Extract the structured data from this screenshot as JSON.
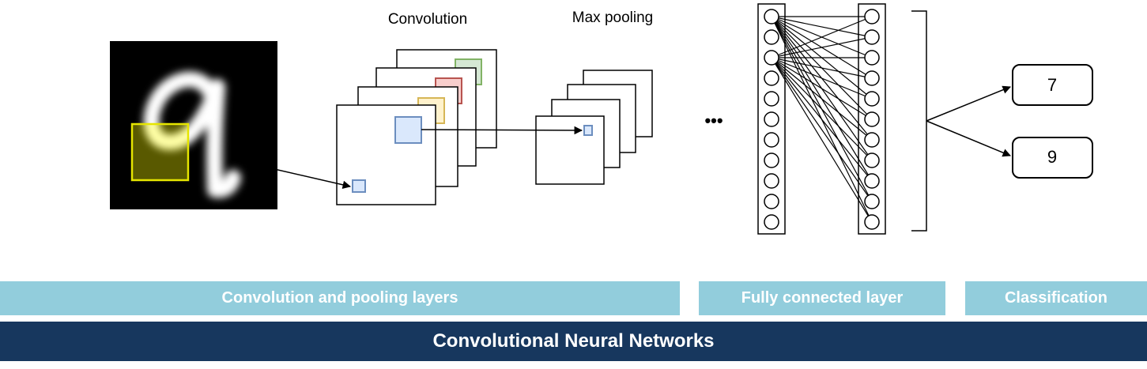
{
  "labels": {
    "convolution": "Convolution",
    "max_pooling": "Max pooling",
    "ellipsis": "•••"
  },
  "outputs": [
    "7",
    "9"
  ],
  "bands": {
    "conv_pool": "Convolution and pooling layers",
    "fully_connected": "Fully connected layer",
    "classification": "Classification",
    "title": "Convolutional Neural Networks"
  },
  "colors": {
    "band_light": "#92cddc",
    "band_dark": "#17375e",
    "filter_blue": "#dae8fc",
    "filter_yellow": "#fff2cc",
    "filter_red": "#f8cecc",
    "filter_green": "#d5e8d4",
    "receptive_field": "#ffff00"
  }
}
